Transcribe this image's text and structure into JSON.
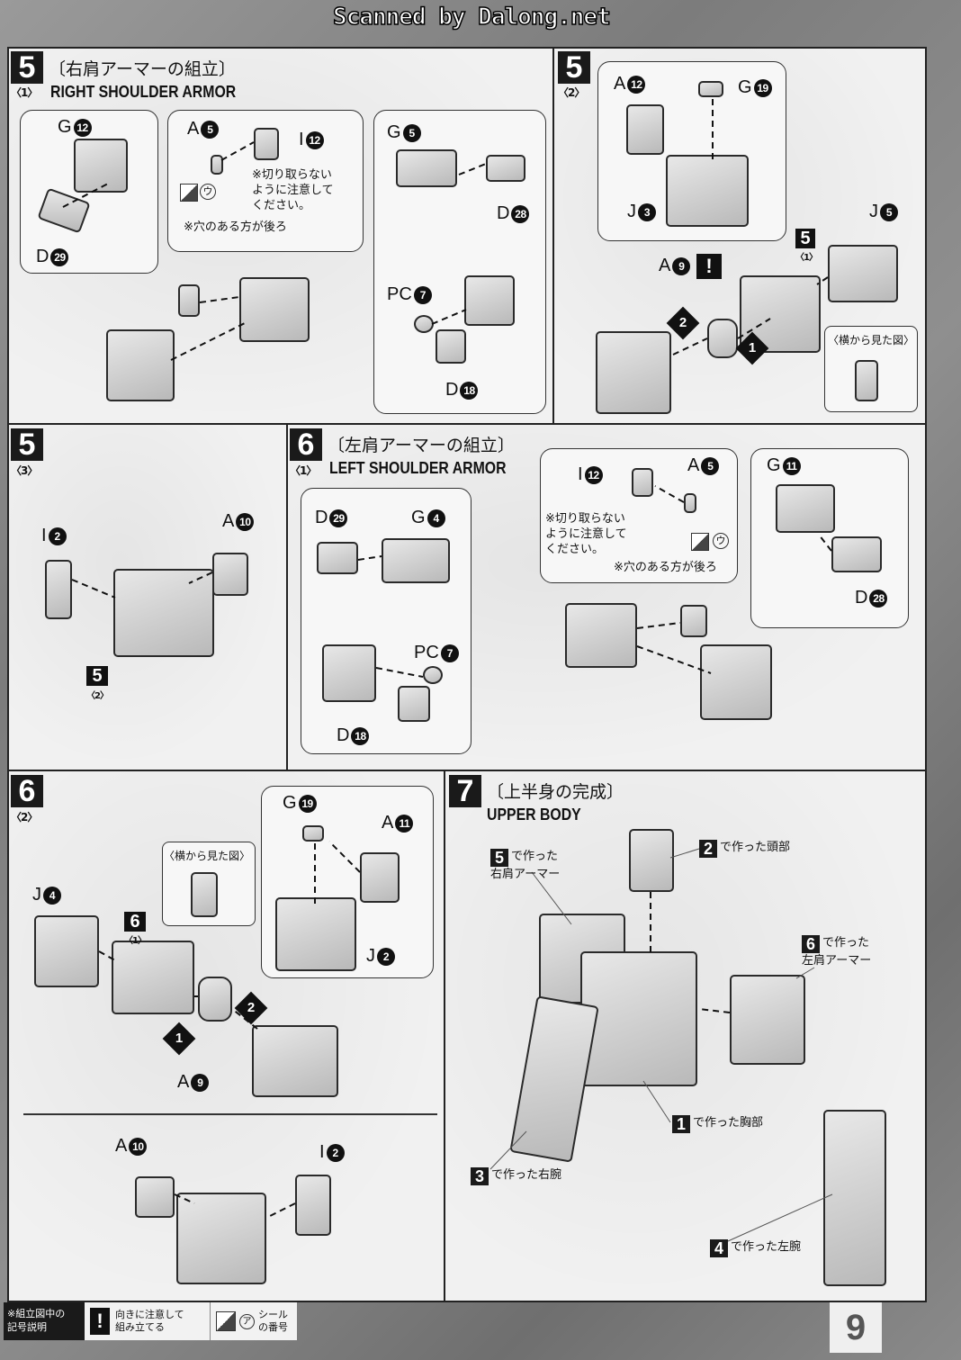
{
  "watermark": "Scanned by Dalong.net",
  "page_number": "9",
  "step5_1": {
    "num": "5",
    "sub": "〈1〉",
    "title_jp": "〔右肩アーマーの組立〕",
    "title_en": "RIGHT SHOULDER ARMOR",
    "labels": [
      {
        "l": "G",
        "n": "12"
      },
      {
        "l": "D",
        "n": "29"
      },
      {
        "l": "A",
        "n": "5"
      },
      {
        "l": "I",
        "n": "12"
      },
      {
        "l": "G",
        "n": "5"
      },
      {
        "l": "D",
        "n": "28"
      },
      {
        "l": "PC",
        "n": "7"
      },
      {
        "l": "D",
        "n": "18"
      }
    ],
    "note_cut": "※切り取らない\nように注意して\nください。",
    "note_hole": "※穴のある方が後ろ",
    "sticker": "ウ"
  },
  "step5_2": {
    "num": "5",
    "sub": "〈2〉",
    "labels": [
      {
        "l": "A",
        "n": "12"
      },
      {
        "l": "G",
        "n": "19"
      },
      {
        "l": "J",
        "n": "3"
      },
      {
        "l": "J",
        "n": "5"
      },
      {
        "l": "A",
        "n": "9"
      }
    ],
    "ref_badge": {
      "num": "5",
      "sub": "〈1〉"
    },
    "order_marks": [
      "2",
      "1"
    ],
    "side_view": "〈横から見た図〉",
    "caution": "!"
  },
  "step5_3": {
    "num": "5",
    "sub": "〈3〉",
    "labels": [
      {
        "l": "I",
        "n": "2"
      },
      {
        "l": "A",
        "n": "10"
      }
    ],
    "ref_badge": {
      "num": "5",
      "sub": "〈2〉"
    }
  },
  "step6_1": {
    "num": "6",
    "sub": "〈1〉",
    "title_jp": "〔左肩アーマーの組立〕",
    "title_en": "LEFT SHOULDER ARMOR",
    "labels": [
      {
        "l": "D",
        "n": "29"
      },
      {
        "l": "G",
        "n": "4"
      },
      {
        "l": "I",
        "n": "12"
      },
      {
        "l": "A",
        "n": "5"
      },
      {
        "l": "G",
        "n": "11"
      },
      {
        "l": "D",
        "n": "28"
      },
      {
        "l": "PC",
        "n": "7"
      },
      {
        "l": "D",
        "n": "18"
      }
    ],
    "note_cut": "※切り取らない\nように注意して\nください。",
    "note_hole": "※穴のある方が後ろ",
    "sticker": "ウ"
  },
  "step6_2": {
    "num": "6",
    "sub": "〈2〉",
    "labels": [
      {
        "l": "G",
        "n": "19"
      },
      {
        "l": "A",
        "n": "11"
      },
      {
        "l": "J",
        "n": "4"
      },
      {
        "l": "J",
        "n": "2"
      },
      {
        "l": "A",
        "n": "9"
      },
      {
        "l": "A",
        "n": "10"
      },
      {
        "l": "I",
        "n": "2"
      }
    ],
    "ref_badge": {
      "num": "6",
      "sub": "〈1〉"
    },
    "order_marks": [
      "2",
      "1"
    ],
    "side_view": "〈横から見た図〉"
  },
  "step7": {
    "num": "7",
    "title_jp": "〔上半身の完成〕",
    "title_en": "UPPER BODY",
    "captions": [
      {
        "num": "5",
        "text": "で作った\n右肩アーマー"
      },
      {
        "num": "2",
        "text": "で作った頭部"
      },
      {
        "num": "6",
        "text": "で作った\n左肩アーマー"
      },
      {
        "num": "1",
        "text": "で作った胸部"
      },
      {
        "num": "3",
        "text": "で作った右腕"
      },
      {
        "num": "4",
        "text": "で作った左腕"
      }
    ]
  },
  "legend": {
    "title": "※組立図中の\n記号説明",
    "caution_icon": "!",
    "caution_text": "向きに注意して\n組み立てる",
    "sticker_symbol": "ア",
    "sticker_text": "シール\nの番号"
  }
}
